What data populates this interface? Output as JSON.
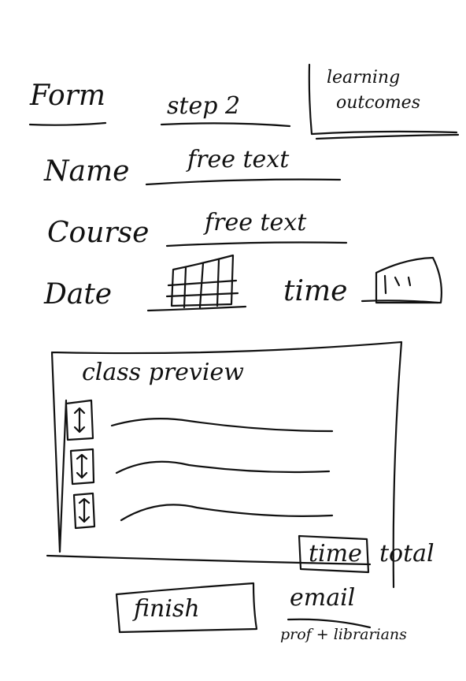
{
  "header": {
    "form_title": "Form",
    "step_label": "step 2",
    "learning_outcomes_line1": "learning",
    "learning_outcomes_line2": "outcomes"
  },
  "form": {
    "name_label": "Name",
    "name_value": "free text",
    "course_label": "Course",
    "course_value": "free text",
    "date_label": "Date",
    "time_label": "time"
  },
  "class_preview": {
    "title": "class preview",
    "items": [
      {
        "reorder_icon": "up-down-arrow-icon"
      },
      {
        "reorder_icon": "up-down-arrow-icon"
      },
      {
        "reorder_icon": "up-down-arrow-icon"
      }
    ],
    "time_button_label": "time",
    "total_label": "total"
  },
  "footer": {
    "finish_label": "finish",
    "email_label": "email",
    "recipients_label": "prof + librarians"
  }
}
